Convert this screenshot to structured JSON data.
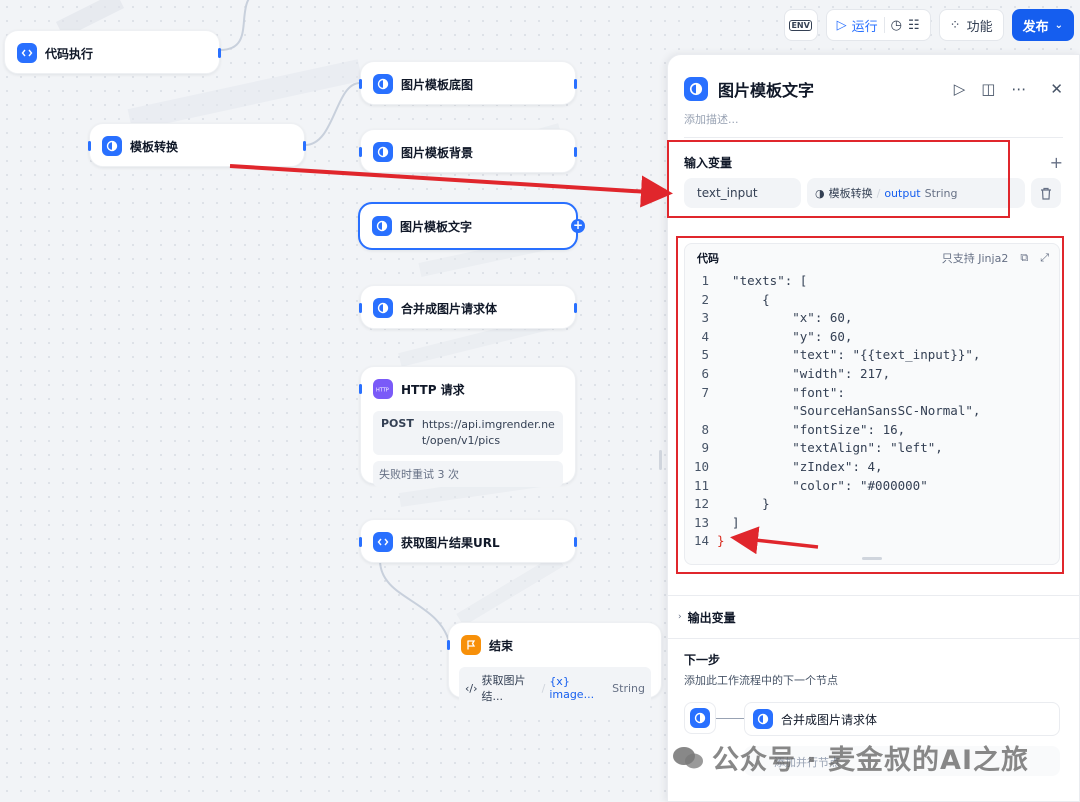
{
  "canvas": {
    "nodes": {
      "code_exec": {
        "title": "代码执行"
      },
      "template_convert": {
        "title": "模板转换"
      },
      "img_base": {
        "title": "图片模板底图"
      },
      "img_bg": {
        "title": "图片模板背景"
      },
      "img_text": {
        "title": "图片模板文字"
      },
      "merge": {
        "title": "合并成图片请求体"
      },
      "http": {
        "title": "HTTP 请求",
        "method": "POST",
        "url": "https://api.imgrender.net/open/v1/pics",
        "retry": "失败时重试 3 次"
      },
      "get_url": {
        "title": "获取图片结果URL"
      },
      "end": {
        "title": "结束",
        "ref_node": "获取图片结...",
        "ref_var": "{x} image...",
        "ref_type": "String"
      }
    }
  },
  "toolbar": {
    "env_label": "ENV",
    "run_label": "运行",
    "features_label": "功能",
    "publish_label": "发布"
  },
  "panel": {
    "title": "图片模板文字",
    "description_placeholder": "添加描述...",
    "input_section_label": "输入变量",
    "input_var": {
      "name": "text_input",
      "ref_node": "模板转换",
      "ref_sep": "/",
      "ref_var": "output",
      "ref_type": "String"
    },
    "code_label": "代码",
    "code_hint": "只支持 Jinja2",
    "code_lines": [
      {
        "num": "1",
        "text": "  \"texts\": ["
      },
      {
        "num": "2",
        "text": "      {"
      },
      {
        "num": "3",
        "text": "          \"x\": 60,"
      },
      {
        "num": "4",
        "text": "          \"y\": 60,"
      },
      {
        "num": "5",
        "text": "          \"text\": \"{{text_input}}\","
      },
      {
        "num": "6",
        "text": "          \"width\": 217,"
      },
      {
        "num": "7",
        "text": "          \"font\":"
      },
      {
        "num": "",
        "text": "          \"SourceHanSansSC-Normal\","
      },
      {
        "num": "8",
        "text": "          \"fontSize\": 16,"
      },
      {
        "num": "9",
        "text": "          \"textAlign\": \"left\","
      },
      {
        "num": "10",
        "text": "          \"zIndex\": 4,"
      },
      {
        "num": "11",
        "text": "          \"color\": \"#000000\""
      },
      {
        "num": "12",
        "text": "      }"
      },
      {
        "num": "13",
        "text": "  ]"
      },
      {
        "num": "14",
        "text": "}"
      }
    ],
    "output_section_label": "输出变量",
    "next_step_label": "下一步",
    "next_step_desc": "添加此工作流程中的下一个节点",
    "next_node_title": "合并成图片请求体",
    "add_parallel_label": "添加并行节点"
  },
  "watermark": "公众号 · 麦金叔的AI之旅",
  "colors": {
    "accent": "#2970ff",
    "annotation": "#e0262c",
    "http_icon": "#7a5af8",
    "end_icon": "#f79009"
  }
}
